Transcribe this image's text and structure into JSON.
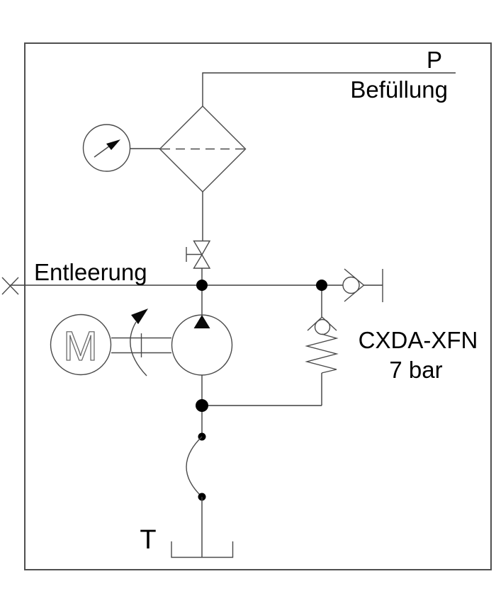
{
  "diagram": {
    "type": "hydraulic-schematic",
    "labels": {
      "port_p": "P",
      "fill_port": "Befüllung",
      "drain_port": "Entleerung",
      "relief_valve_model": "CXDA-XFN",
      "relief_valve_pressure": "7 bar",
      "port_t": "T",
      "motor": "M"
    },
    "colors": {
      "line": "#3f3f3f",
      "border": "#4f4f4f",
      "text": "#000000",
      "background": "#ffffff"
    }
  }
}
